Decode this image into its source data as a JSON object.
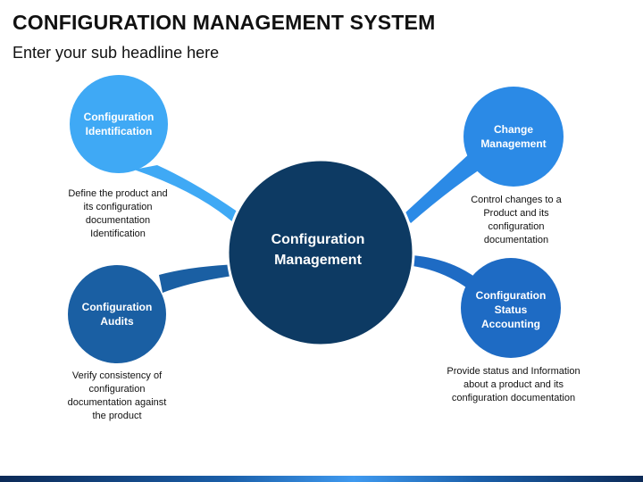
{
  "header": {
    "title": "CONFIGURATION MANAGEMENT SYSTEM",
    "subtitle": "Enter your sub headline here"
  },
  "center": {
    "label": "Configuration Management",
    "color": "#0d3a63"
  },
  "nodes": [
    {
      "id": "identification",
      "label": "Configuration Identification",
      "description": "Define the product and its configuration documentation Identification",
      "color": "#3fa9f5"
    },
    {
      "id": "change",
      "label": "Change Management",
      "description": "Control changes to a Product and its configuration documentation",
      "color": "#2b8ae6"
    },
    {
      "id": "audits",
      "label": "Configuration Audits",
      "description": "Verify consistency of configuration documentation against the product",
      "color": "#1a5fa3"
    },
    {
      "id": "accounting",
      "label": "Configuration Status Accounting",
      "description": "Provide status and Information about a product and its configuration documentation",
      "color": "#1e6bc4"
    }
  ]
}
